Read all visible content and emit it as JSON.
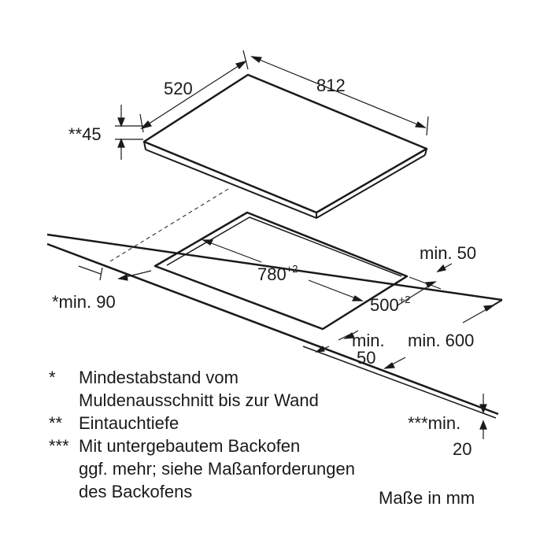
{
  "dimensions": {
    "depth": "520",
    "width": "812",
    "thickness": "**45",
    "cutout_width": "780",
    "cutout_width_tol": "+2",
    "cutout_depth": "500",
    "cutout_depth_tol": "+2",
    "rear_min": "min. 50",
    "wall_min": "*min. 90",
    "front_min_1": "min.",
    "front_min_2": "50",
    "depth_min": "min. 600",
    "oven_min_1": "***min.",
    "oven_min_2": "20"
  },
  "legend": [
    {
      "mark": "*",
      "lines": [
        "Mindestabstand vom",
        "Muldenausschnitt bis zur Wand"
      ]
    },
    {
      "mark": "**",
      "lines": [
        "Eintauchtiefe"
      ]
    },
    {
      "mark": "***",
      "lines": [
        "Mit untergebautem Backofen",
        "ggf. mehr; siehe Maßanforderungen",
        "des Backofens"
      ]
    }
  ],
  "unit_note": "Maße in mm"
}
